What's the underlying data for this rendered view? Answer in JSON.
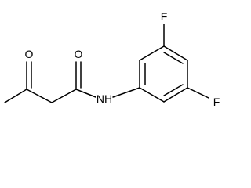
{
  "structure": {
    "atoms": {
      "fluorine_top": "F",
      "fluorine_bottom": "F",
      "oxygen_ketone": "O",
      "oxygen_amide": "O",
      "amide_nitrogen": "NH"
    }
  }
}
